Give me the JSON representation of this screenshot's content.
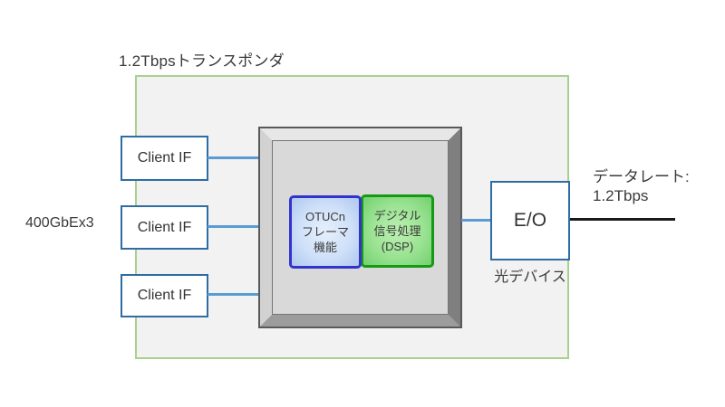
{
  "diagram": {
    "title": "1.2Tbpsトランスポンダ",
    "input_label": "400GbEx3",
    "client_boxes": [
      {
        "label": "Client IF"
      },
      {
        "label": "Client IF"
      },
      {
        "label": "Client IF"
      }
    ],
    "framer_box": {
      "lines": [
        "OTUCn",
        "フレーマ",
        "機能"
      ]
    },
    "dsp_box": {
      "lines": [
        "デジタル",
        "信号処理",
        "(DSP)"
      ]
    },
    "eo_box": {
      "label": "E/O"
    },
    "eo_caption": "光デバイス",
    "datarate": {
      "lines": [
        "データレート:",
        "1.2Tbps"
      ]
    },
    "colors": {
      "panel_border_green": "#a9d18e",
      "panel_fill": "#f2f2f2",
      "box_border_blue": "#2e6da4",
      "connector_blue": "#5b9bd5",
      "frame_face_gray": "#d9d9d9",
      "frame_outline_gray": "#595959",
      "framer_border_blue": "#3333cc",
      "framer_fill_blue": "#cfe0f8",
      "dsp_border_green": "#169a16",
      "dsp_fill_green": "#9ae392",
      "output_line_black": "#1a1a1a",
      "text": "#3a3a3a"
    }
  }
}
